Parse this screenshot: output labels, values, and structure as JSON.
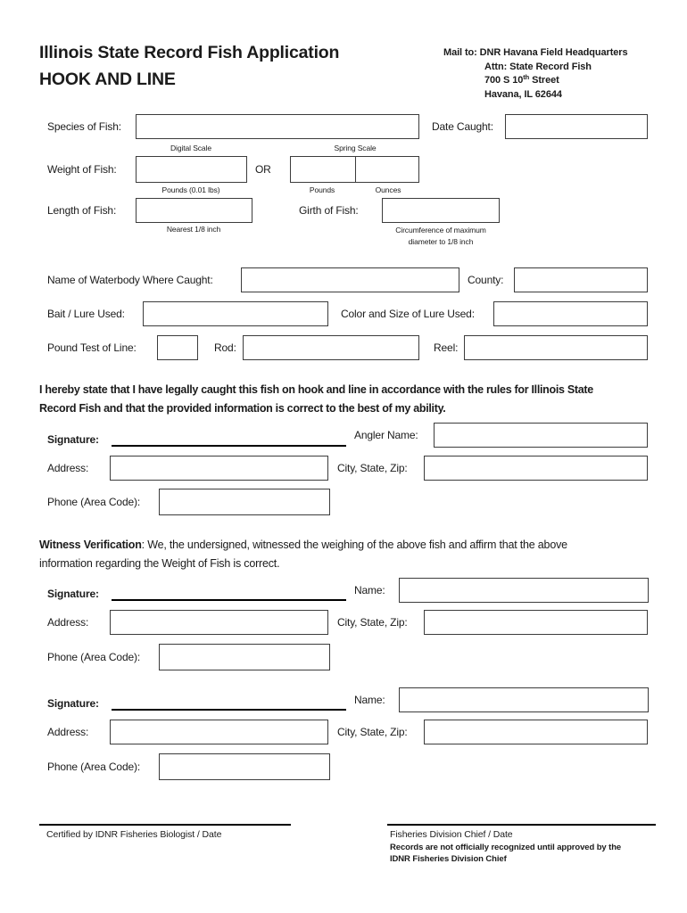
{
  "header": {
    "title_line1": "Illinois State Record Fish Application",
    "title_line2": "HOOK AND LINE",
    "mail_to_prefix": "Mail to:",
    "mail_to_name": "DNR Havana Field Headquarters",
    "mail_to_attn": "Attn: State Record Fish",
    "mail_to_street_pre": "700 S 10",
    "mail_to_street_sup": "th",
    "mail_to_street_post": "Street",
    "mail_to_city": "Havana, IL 62644"
  },
  "fields": {
    "species_label": "Species of Fish:",
    "date_caught_label": "Date Caught:",
    "weight_label": "Weight of Fish:",
    "digital_scale_caption": "Digital Scale",
    "digital_pounds_caption": "Pounds (0.01 lbs)",
    "or_label": "OR",
    "spring_scale_caption": "Spring Scale",
    "spring_pounds_caption": "Pounds",
    "spring_ounces_caption": "Ounces",
    "length_label": "Length of Fish:",
    "length_caption": "Nearest 1/8 inch",
    "girth_label": "Girth of Fish:",
    "girth_caption_line1": "Circumference of maximum",
    "girth_caption_line2": "diameter to 1/8 inch",
    "waterbody_label": "Name of Waterbody Where Caught:",
    "county_label": "County:",
    "bait_label": "Bait / Lure Used:",
    "lure_color_label": "Color and Size of Lure Used:",
    "pound_test_label": "Pound Test of Line:",
    "rod_label": "Rod:",
    "reel_label": "Reel:"
  },
  "angler_section": {
    "statement_line1": "I hereby state that I have legally caught this fish on hook and line in accordance with the rules for Illinois State",
    "statement_line2": "Record Fish and that the provided information is correct to the best of my ability.",
    "signature_label": "Signature:",
    "name_label": "Angler Name:",
    "address_label": "Address:",
    "city_label": "City, State, Zip:",
    "phone_label": "Phone (Area Code):"
  },
  "witness_section": {
    "lead_bold": "Witness Verification",
    "lead_rest_line1": ": We, the undersigned, witnessed the weighing of the above fish and affirm that the above",
    "lead_line2": "information regarding the Weight of Fish is correct.",
    "signature_label": "Signature:",
    "name_label": "Name:",
    "address_label": "Address:",
    "city_label": "City, State, Zip:",
    "phone_label": "Phone (Area Code):"
  },
  "footer": {
    "certified_label": "Certified by IDNR Fisheries Biologist / Date",
    "chief_label": "Fisheries Division Chief / Date",
    "note_line1": "Records are not officially recognized until approved by the",
    "note_line2": "IDNR Fisheries Division Chief"
  },
  "colors": {
    "ink": "#1b1b1b",
    "box_border": "#3c3c3c",
    "signature_line": "#000000"
  }
}
